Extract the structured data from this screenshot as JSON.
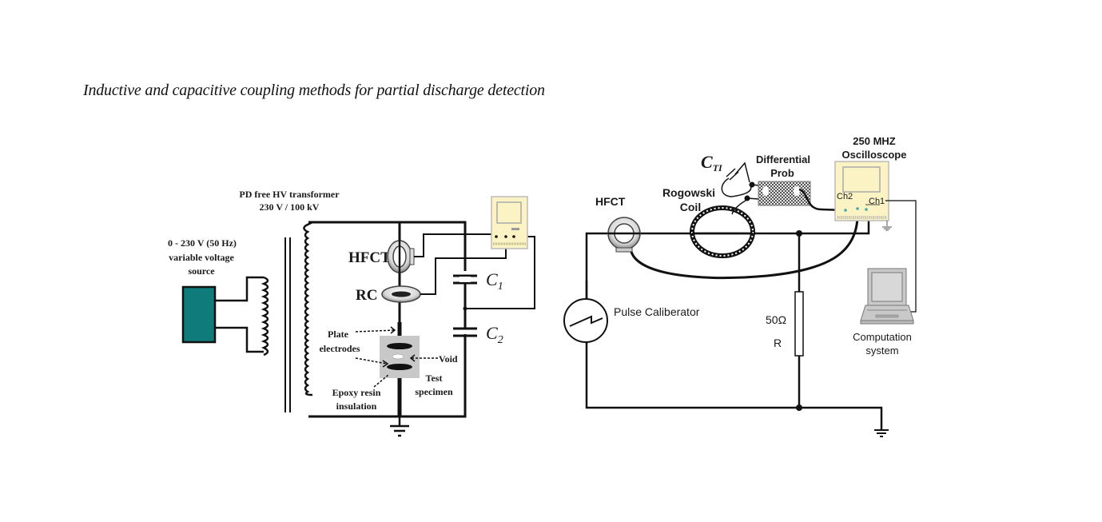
{
  "caption": "Inductive and capacitive coupling methods for partial discharge detection",
  "left_diagram": {
    "source_label_line1": "0 - 230 V (50 Hz)",
    "source_label_line2": "variable voltage",
    "source_label_line3": "source",
    "transformer_label_line1": "PD free HV transformer",
    "transformer_label_line2": "230 V / 100 kV",
    "hfct_label": "HFCT",
    "rc_label": "RC",
    "c1_label": "C",
    "c1_sub": "1",
    "c2_label": "C",
    "c2_sub": "2",
    "plate_label_line1": "Plate",
    "plate_label_line2": "electrodes",
    "void_label": "Void",
    "test_label_line1": "Test",
    "test_label_line2": "specimen",
    "epoxy_label_line1": "Epoxy resin",
    "epoxy_label_line2": "insulation",
    "source_color": "#0f7b7b",
    "scope_color": "#fbf3c4",
    "specimen_color": "#c8c8c8"
  },
  "right_diagram": {
    "hfct_label": "HFCT",
    "rogowski_label_line1": "Rogowski",
    "rogowski_label_line2": "Coil",
    "cti_label": "C",
    "cti_sub": "TI",
    "diff_probe_line1": "Differential",
    "diff_probe_line2": "Prob",
    "scope_line1": "250 MHZ",
    "scope_line2": "Oscilloscope",
    "ch2_label": "Ch2",
    "ch1_label": "Ch1",
    "pulse_label": "Pulse Caliberator",
    "resistor_value": "50Ω",
    "resistor_label": "R",
    "computer_line1": "Computation",
    "computer_line2": "system",
    "scope_color": "#fbf3c4",
    "computer_color": "#c9c9c9"
  }
}
